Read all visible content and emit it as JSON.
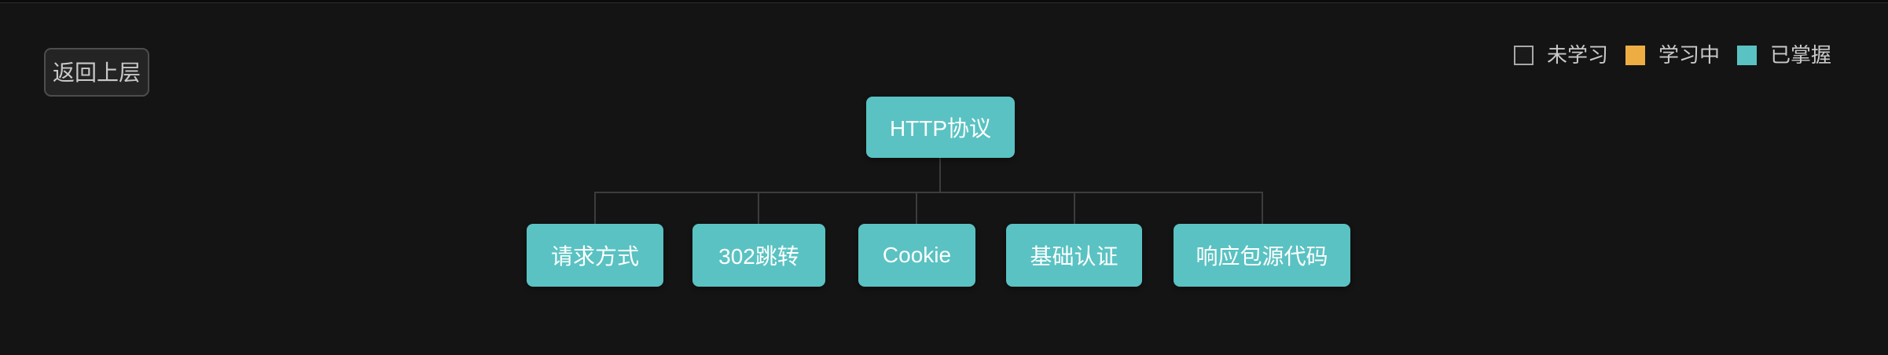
{
  "toolbar": {
    "back_button_label": "返回上层"
  },
  "legend": {
    "items": [
      {
        "label": "未学习",
        "status": "not-learned",
        "swatch": "outlined-square",
        "color": "#1a1a1a",
        "border_color": "#a8a8a8"
      },
      {
        "label": "学习中",
        "status": "learning",
        "swatch": "filled-square",
        "color": "#eead42"
      },
      {
        "label": "已掌握",
        "status": "mastered",
        "swatch": "filled-square",
        "color": "#5ac2c2"
      }
    ]
  },
  "tree": {
    "root": {
      "label": "HTTP协议",
      "status": "mastered"
    },
    "children": [
      {
        "label": "请求方式",
        "status": "mastered"
      },
      {
        "label": "302跳转",
        "status": "mastered"
      },
      {
        "label": "Cookie",
        "status": "mastered"
      },
      {
        "label": "基础认证",
        "status": "mastered"
      },
      {
        "label": "响应包源代码",
        "status": "mastered"
      }
    ]
  },
  "colors": {
    "background": "#141414",
    "mastered": "#5ac2c2",
    "learning": "#eead42",
    "connector": "#3c3c3c",
    "node_text": "#ffffff",
    "ui_text": "#c9c9c9"
  }
}
